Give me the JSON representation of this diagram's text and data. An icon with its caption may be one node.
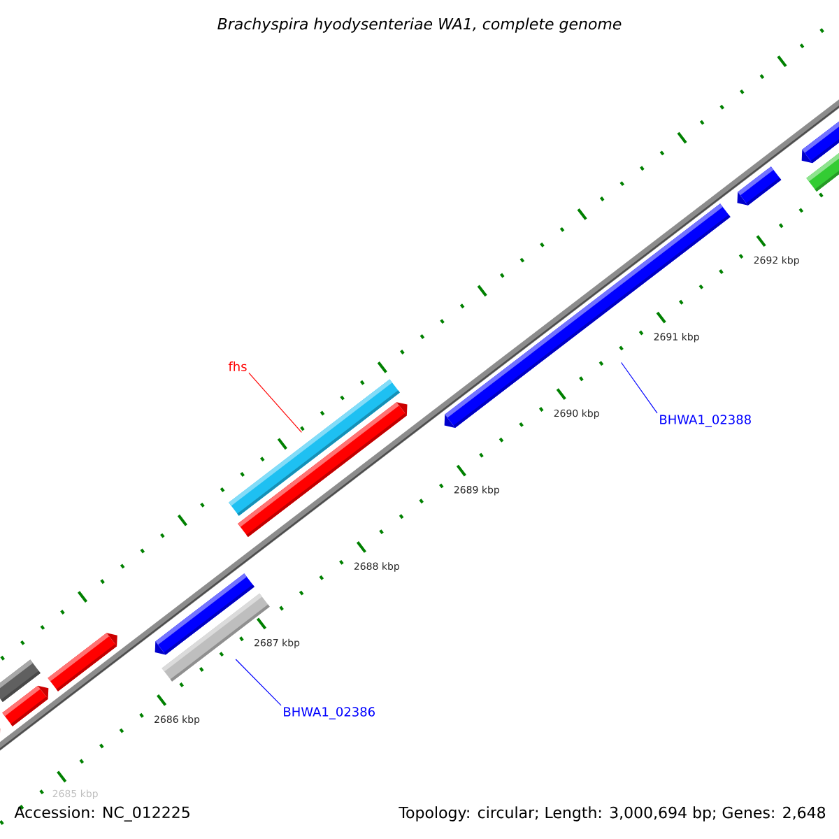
{
  "diagram": {
    "title": "Brachyspira hyodysenteriae WA1, complete genome",
    "nodes": [
      {
        "text": [
          "fhs"
        ]
      },
      {
        "text": [],
        "shape": "bar"
      },
      {
        "text": [
          "BHWA1_02388"
        ]
      },
      {
        "text": [],
        "shape": "bar"
      },
      {
        "text": [
          "BHWA1_02386"
        ]
      },
      {
        "text": [],
        "shape": "bar"
      }
    ],
    "edges": [
      {
        "from": 0,
        "to": 1,
        "arrow": "none",
        "color": "#ff0000"
      },
      {
        "from": 2,
        "to": 3,
        "arrow": "none",
        "color": "#0000ff"
      },
      {
        "from": 4,
        "to": 5,
        "arrow": "none",
        "color": "#0000ff"
      }
    ],
    "labels": [
      "2692 kbp",
      "2691 kbp",
      "2690 kbp",
      "2689 kbp",
      "2688 kbp",
      "2687 kbp",
      "2686 kbp",
      "2685 kbp",
      "Accession: NC_012225",
      "Topology: circular; Length: 3,000,694 bp; Genes: 2,648"
    ]
  }
}
